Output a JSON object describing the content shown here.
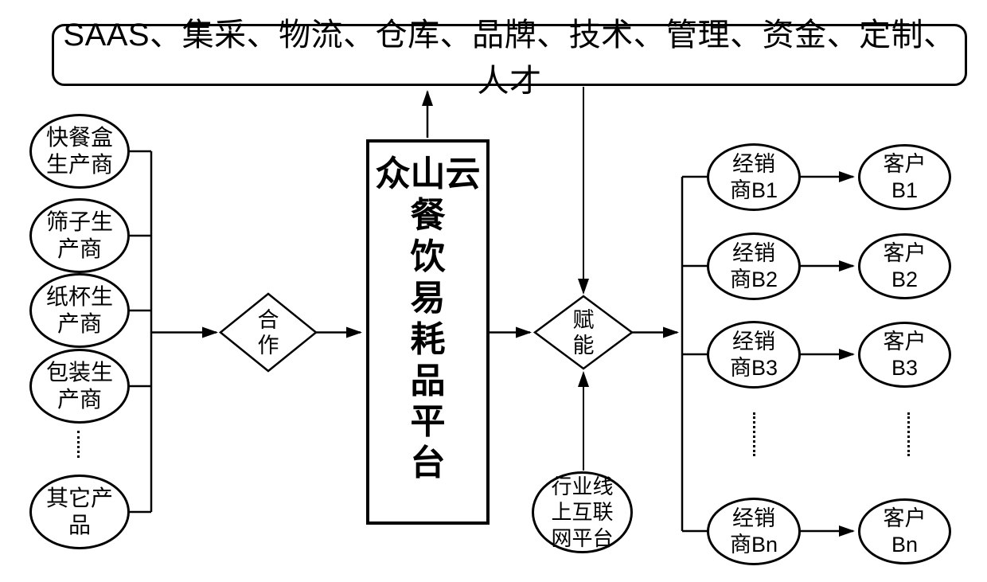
{
  "banner": {
    "text": "SAAS、集采、物流、仓库、品牌、技术、管理、资金、定制、人才"
  },
  "suppliers": [
    {
      "label": "快餐盒\n生产商"
    },
    {
      "label": "筛子生\n产商"
    },
    {
      "label": "纸杯生\n产商"
    },
    {
      "label": "包装生\n产商"
    },
    {
      "label": "其它产\n品"
    }
  ],
  "cooperation_diamond": {
    "label": "合\n作"
  },
  "platform_box": {
    "label": "众山云\n餐\n饮\n易\n耗\n品\n平\n台"
  },
  "empower_diamond": {
    "label": "赋\n能"
  },
  "industry_platform": {
    "label": "行业线\n上互联\n网平台"
  },
  "dealers": [
    {
      "label": "经销\n商B1"
    },
    {
      "label": "经销\n商B2"
    },
    {
      "label": "经销\n商B3"
    },
    {
      "label": "经销\n商Bn"
    }
  ],
  "customers": [
    {
      "label": "客户\nB1"
    },
    {
      "label": "客户\nB2"
    },
    {
      "label": "客户\nB3"
    },
    {
      "label": "客户\nBn"
    }
  ],
  "colors": {
    "stroke": "#000000",
    "background": "#ffffff"
  }
}
